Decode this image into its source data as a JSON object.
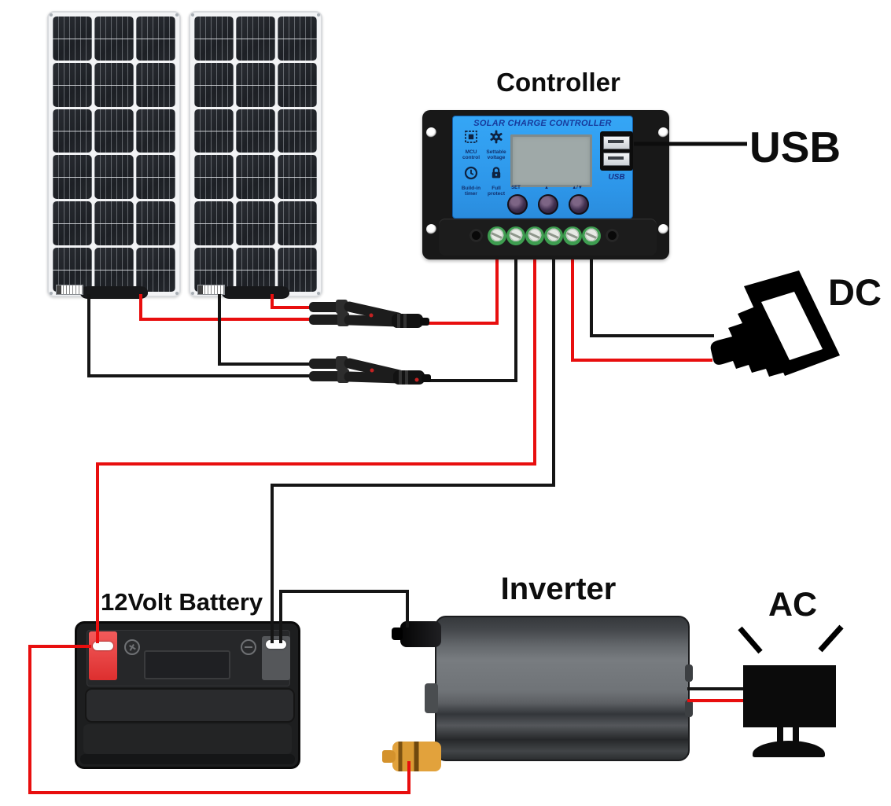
{
  "labels": {
    "controller": "Controller",
    "usb": "USB",
    "dc": "DC",
    "battery": "12Volt Battery",
    "inverter": "Inverter",
    "ac": "AC"
  },
  "controller": {
    "title": "SOLAR CHARGE CONTROLLER",
    "features": [
      {
        "icon": "mcu-icon",
        "label": "MCU control"
      },
      {
        "icon": "gear-icon",
        "label": "Settable voltage"
      },
      {
        "icon": "clock-icon",
        "label": "Build-in timer"
      },
      {
        "icon": "lock-icon",
        "label": "Full protect"
      }
    ],
    "buttons": [
      "SET",
      "▲",
      "▲/▼"
    ],
    "usb_logo": "USB",
    "usb_port_count": 2,
    "terminal_count": 6
  },
  "system": {
    "panel_count": 2,
    "connections": [
      {
        "from": "solar-panel-1-positive",
        "to": "mc4-y-branch-red",
        "color": "red"
      },
      {
        "from": "solar-panel-2-positive",
        "to": "mc4-y-branch-red",
        "color": "red"
      },
      {
        "from": "solar-panel-1-negative",
        "to": "mc4-y-branch-black",
        "color": "black"
      },
      {
        "from": "solar-panel-2-negative",
        "to": "mc4-y-branch-black",
        "color": "black"
      },
      {
        "from": "mc4-y-branch-red",
        "to": "controller-terminal-1",
        "color": "red"
      },
      {
        "from": "mc4-y-branch-black",
        "to": "controller-terminal-2",
        "color": "black"
      },
      {
        "from": "controller-terminal-3",
        "to": "battery-positive",
        "color": "red"
      },
      {
        "from": "controller-terminal-4",
        "to": "battery-negative",
        "color": "black"
      },
      {
        "from": "controller-terminal-5",
        "to": "dc-plug",
        "color": "red"
      },
      {
        "from": "controller-terminal-6",
        "to": "dc-plug",
        "color": "black"
      },
      {
        "from": "battery-negative",
        "to": "inverter-negative",
        "color": "black"
      },
      {
        "from": "battery-positive",
        "to": "inverter-positive",
        "color": "red"
      },
      {
        "from": "controller-usb-ports",
        "to": "usb-label",
        "color": "black"
      },
      {
        "from": "inverter-ac-output",
        "to": "ac-device",
        "color": "black and red"
      }
    ]
  },
  "colors": {
    "wire_red": "#e80e0e",
    "wire_black": "#151515",
    "controller_face": "#2f9ff2",
    "controller_title": "#173a9b",
    "lcd": "#9fa9a8",
    "terminal_green": "#3e9d50",
    "battery_positive_terminal": "#e84444",
    "inverter_positive_terminal": "#d99a33"
  }
}
